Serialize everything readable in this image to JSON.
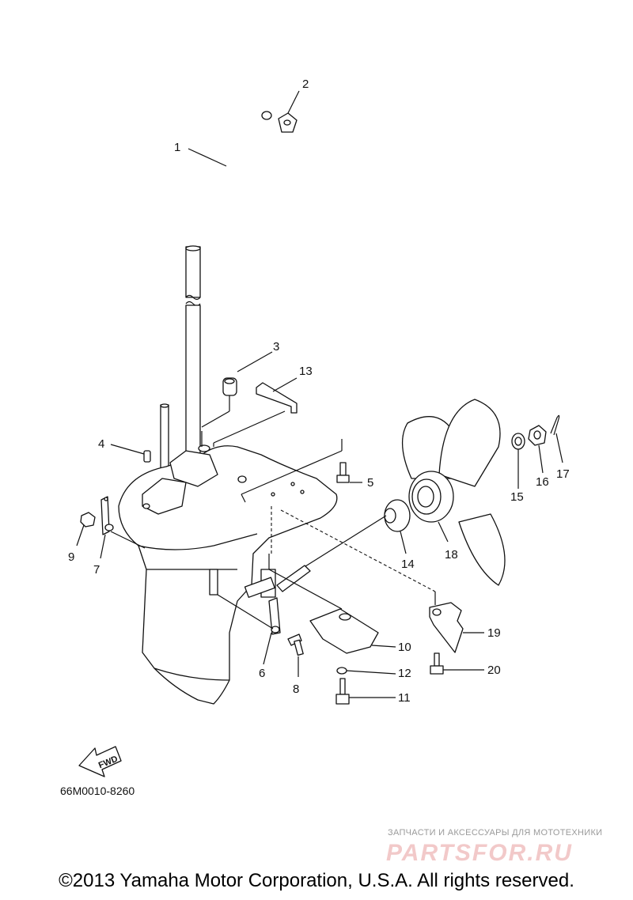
{
  "callouts": [
    "1",
    "2",
    "3",
    "4",
    "5",
    "6",
    "7",
    "8",
    "9",
    "10",
    "11",
    "12",
    "13",
    "14",
    "15",
    "16",
    "17",
    "18",
    "19",
    "20"
  ],
  "fwd_label": "FWD",
  "diagram_code": "66M0010-8260",
  "watermark": {
    "tagline": "ЗАПЧАСТИ И АКСЕССУАРЫ ДЛЯ МОТОТЕХНИКИ",
    "brand": "PARTSFOR.RU"
  },
  "copyright": "©2013 Yamaha Motor Corporation, U.S.A. All rights reserved."
}
